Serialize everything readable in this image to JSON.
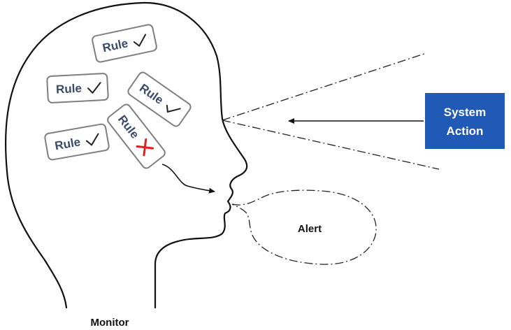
{
  "rules": [
    {
      "label": "Rule",
      "status": "check"
    },
    {
      "label": "Rule",
      "status": "check"
    },
    {
      "label": "Rule",
      "status": "check"
    },
    {
      "label": "Rule",
      "status": "check"
    },
    {
      "label": "Rule",
      "status": "cross"
    }
  ],
  "system_action": {
    "line1": "System",
    "line2": "Action",
    "color": "#2159b6"
  },
  "alert": {
    "label": "Alert"
  },
  "monitor": {
    "label": "Monitor"
  },
  "colors": {
    "check": "#222222",
    "cross": "#e02020",
    "rule_text": "#3b4a6b"
  }
}
